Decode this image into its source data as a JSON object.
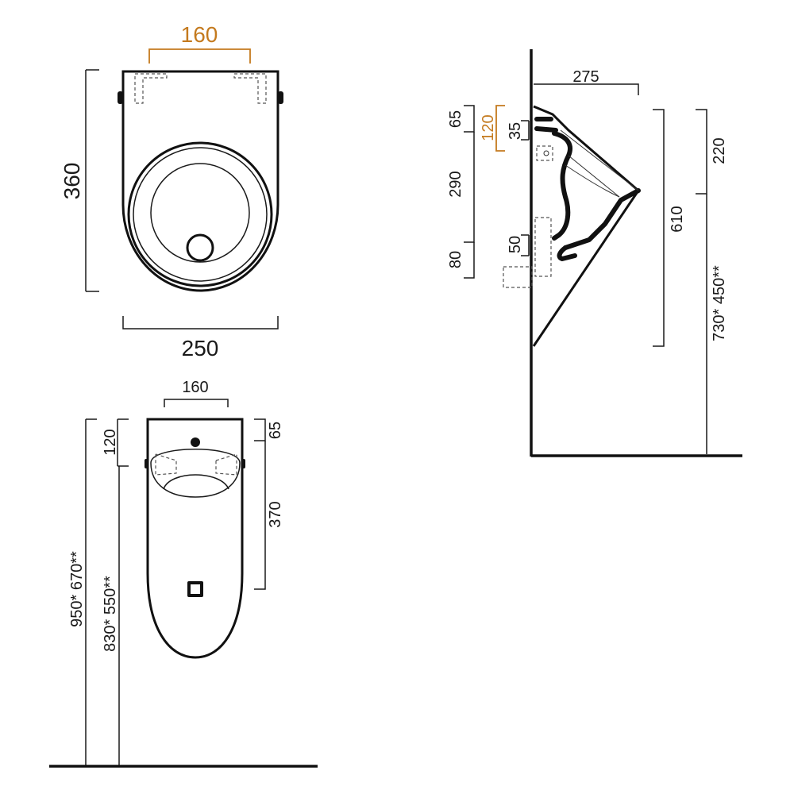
{
  "colors": {
    "line": "#1a1a1a",
    "accent": "#c47a1e",
    "background": "#ffffff"
  },
  "top_view": {
    "dim_top": "160",
    "dim_height": "360",
    "dim_width": "250"
  },
  "front_view": {
    "dim_top": "160",
    "dim_left_small": "120",
    "dim_right_small": "65",
    "dim_right_large": "370",
    "dim_height_outer": "950* 670**",
    "dim_height_inner": "830* 550**"
  },
  "side_view": {
    "dim_depth": "275",
    "dim_65": "65",
    "dim_120": "120",
    "dim_35": "35",
    "dim_290": "290",
    "dim_50": "50",
    "dim_80": "80",
    "dim_610": "610",
    "dim_220": "220",
    "dim_height": "730* 450**"
  }
}
